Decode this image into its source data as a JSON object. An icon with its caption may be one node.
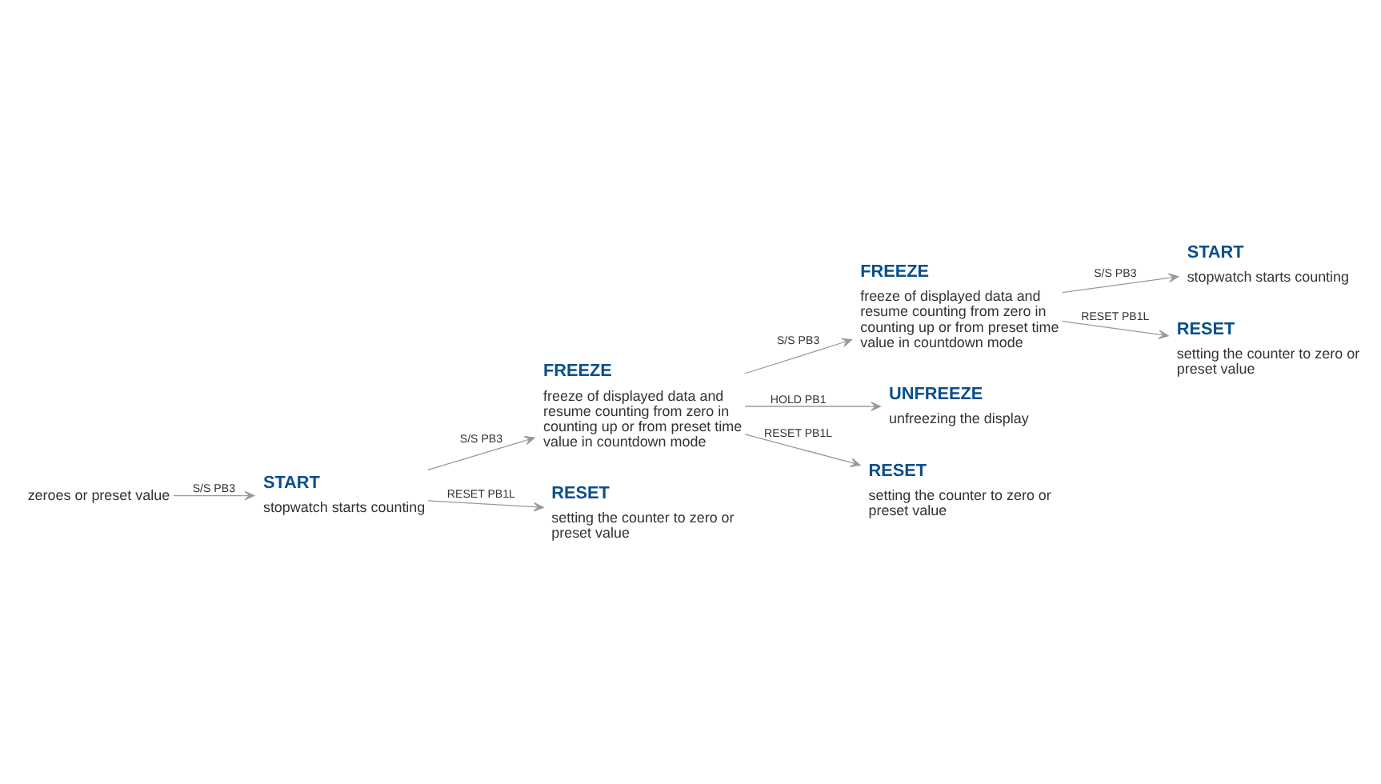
{
  "diagram": {
    "nodes": [
      {
        "text": [
          "zeroes or preset value"
        ]
      },
      {
        "text": [
          "START",
          "stopwatch starts counting"
        ]
      },
      {
        "text": [
          "FREEZE",
          "freeze of displayed data and resume counting from zero in counting up or from preset time value in countdown mode"
        ]
      },
      {
        "text": [
          "RESET",
          "setting the counter to zero or preset value"
        ]
      },
      {
        "text": [
          "FREEZE",
          "freeze of displayed data and resume counting from zero in counting up or from preset time value in countdown mode"
        ]
      },
      {
        "text": [
          "UNFREEZE",
          "unfreezing the display"
        ]
      },
      {
        "text": [
          "RESET",
          "setting the counter to zero or preset value"
        ]
      },
      {
        "text": [
          "START",
          "stopwatch starts counting"
        ]
      },
      {
        "text": [
          "RESET",
          "setting the counter to zero or preset value"
        ]
      }
    ],
    "edges": [
      {
        "from": 0,
        "to": 1,
        "arrow": "to",
        "label": "S/S PB3"
      },
      {
        "from": 1,
        "to": 2,
        "arrow": "to",
        "label": "S/S PB3"
      },
      {
        "from": 1,
        "to": 3,
        "arrow": "to",
        "label": "RESET PB1L"
      },
      {
        "from": 2,
        "to": 4,
        "arrow": "to",
        "label": "S/S PB3"
      },
      {
        "from": 2,
        "to": 5,
        "arrow": "to",
        "label": "HOLD PB1"
      },
      {
        "from": 2,
        "to": 6,
        "arrow": "to",
        "label": "RESET PB1L"
      },
      {
        "from": 4,
        "to": 7,
        "arrow": "to",
        "label": "S/S PB3"
      },
      {
        "from": 4,
        "to": 8,
        "arrow": "to",
        "label": "RESET PB1L"
      }
    ]
  }
}
